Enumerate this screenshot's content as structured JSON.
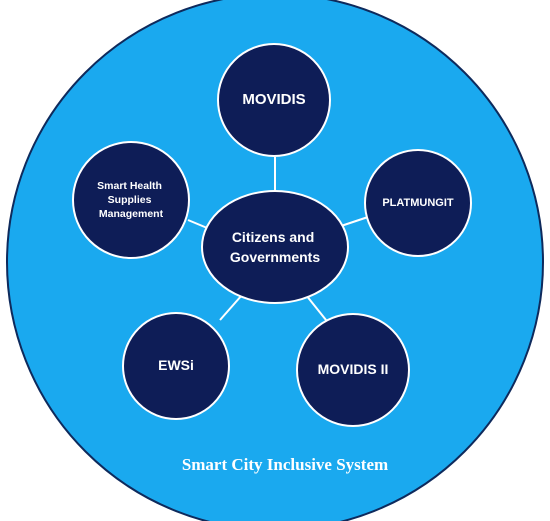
{
  "diagram": {
    "caption": "Smart City Inclusive System",
    "center": {
      "lines": [
        "Citizens and",
        "Governments"
      ]
    },
    "nodes": [
      {
        "id": "movidis",
        "lines": [
          "MOVIDIS"
        ]
      },
      {
        "id": "platmungit",
        "lines": [
          "PLATMUNGIT"
        ]
      },
      {
        "id": "movidis-ii",
        "lines": [
          "MOVIDIS II"
        ]
      },
      {
        "id": "ewsi",
        "lines": [
          "EWSi"
        ]
      },
      {
        "id": "smart-health",
        "lines": [
          "Smart Health",
          "Supplies",
          "Management"
        ]
      }
    ]
  },
  "colors": {
    "outer_fill": "#1aa9ef",
    "outer_stroke": "#0e2a5c",
    "node_fill": "#0e1d57",
    "line": "#ffffff",
    "text": "#ffffff"
  }
}
